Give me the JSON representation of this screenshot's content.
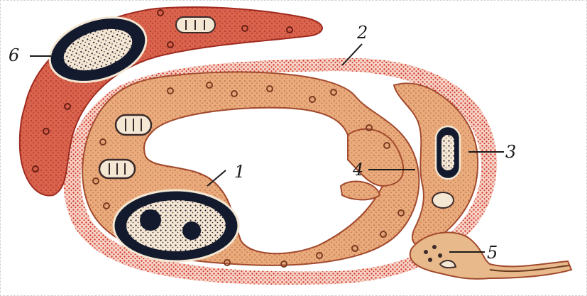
{
  "labels": {
    "one": "1",
    "two": "2",
    "three": "3",
    "four": "4",
    "five": "5",
    "six": "6"
  },
  "colors": {
    "sheath_outer": "#c85a45",
    "sheath_dots": "#d8352a",
    "cell_body": "#e8a775",
    "cell_light": "#f2c99c",
    "cell_edge": "#a24a2e",
    "nucleus": "#141a2e",
    "nucleus_ring": "#f4e7d3",
    "top_cell": "#d8604a"
  }
}
